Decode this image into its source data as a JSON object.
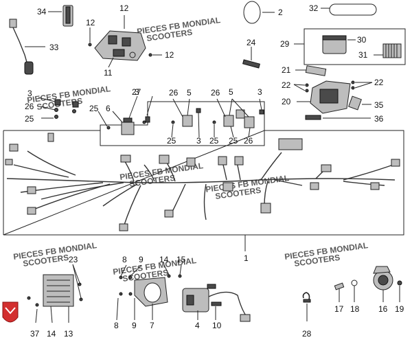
{
  "diagram": {
    "callouts": [
      "1",
      "2",
      "3",
      "4",
      "5",
      "6",
      "7",
      "8",
      "9",
      "10",
      "11",
      "12",
      "13",
      "14",
      "15",
      "16",
      "17",
      "18",
      "19",
      "20",
      "21",
      "22",
      "23",
      "24",
      "25",
      "26",
      "27",
      "28",
      "29",
      "30",
      "31",
      "32",
      "33",
      "34",
      "35",
      "36",
      "37"
    ],
    "watermark_lines": [
      "PIECES FB MONDIAL",
      "SCOOTERS"
    ],
    "logo_color": "#d32f2f",
    "line_color": "#222222",
    "part_fill": "#bdbdbd"
  }
}
